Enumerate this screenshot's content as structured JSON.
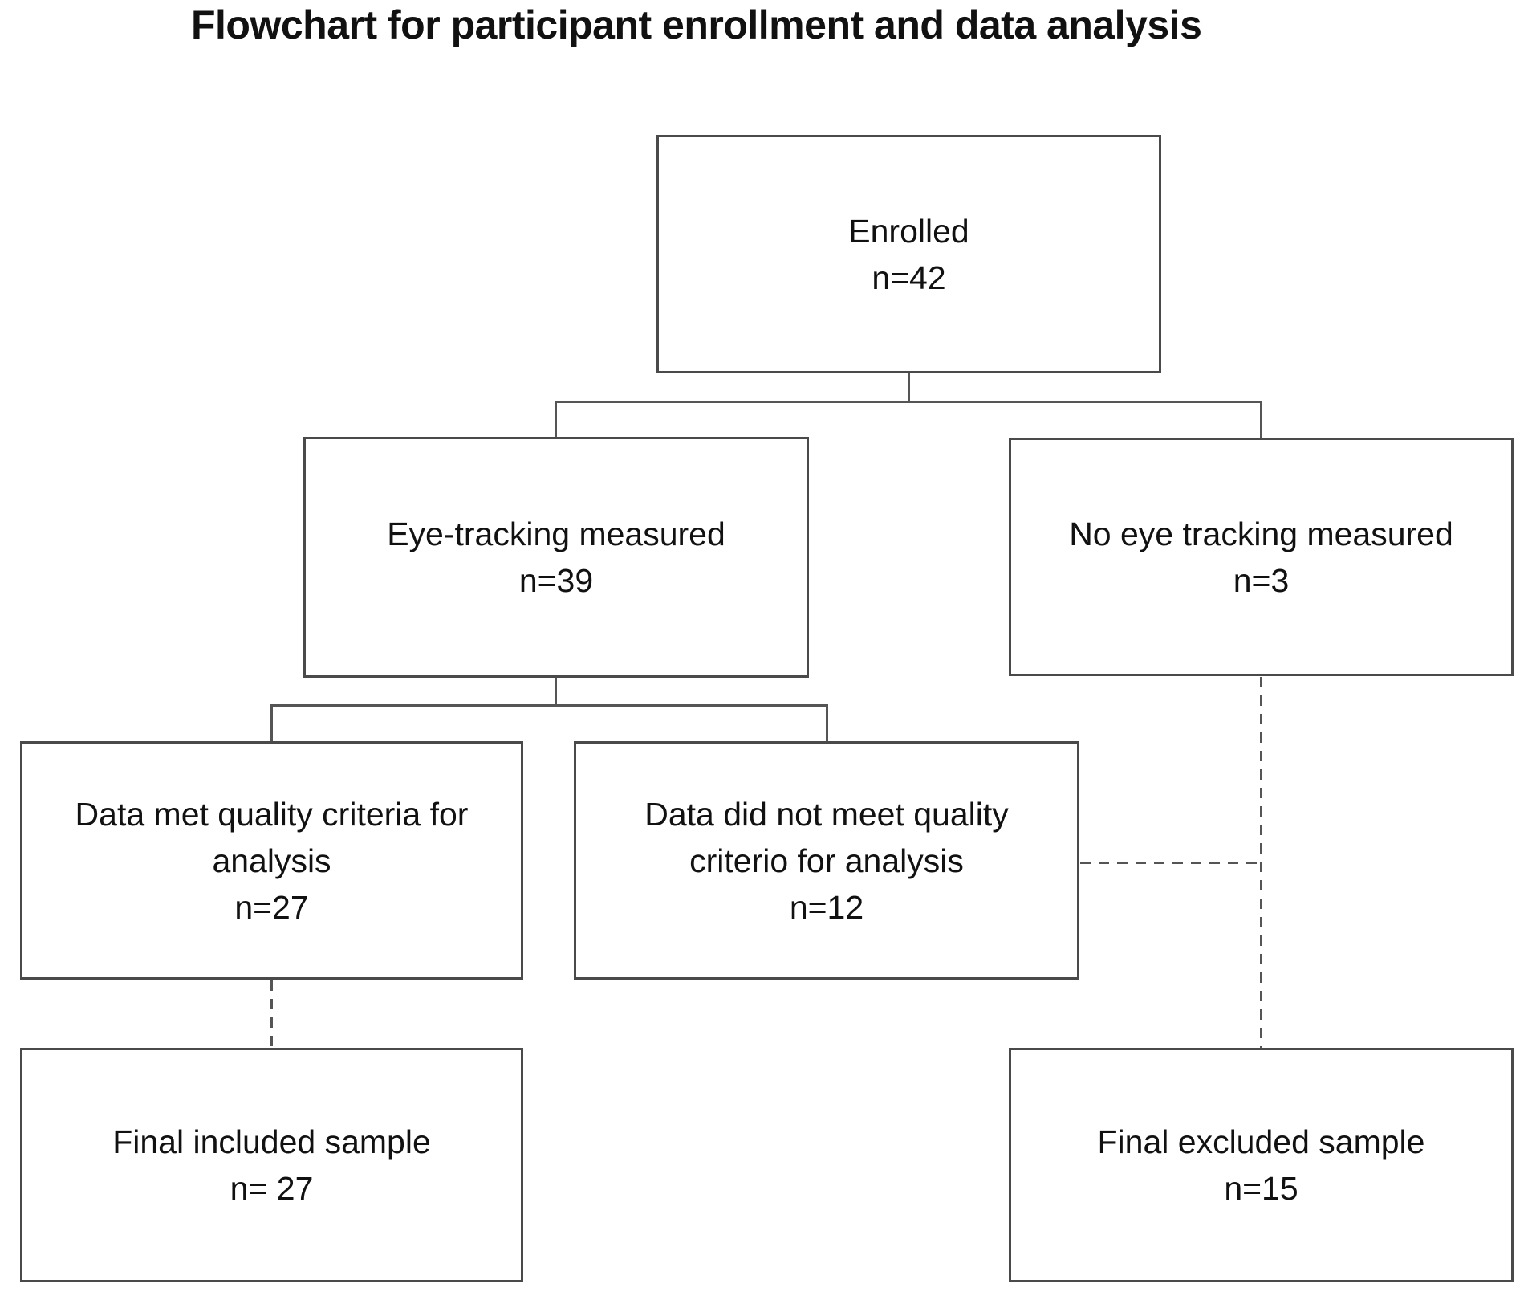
{
  "title": "Flowchart for participant enrollment and data analysis",
  "nodes": {
    "enrolled": {
      "label": "Enrolled",
      "n": "n=42"
    },
    "eye_tracking": {
      "label": "Eye-tracking measured",
      "n": "n=39"
    },
    "no_eye_tracking": {
      "label": "No eye tracking measured",
      "n": "n=3"
    },
    "met_quality": {
      "line1": "Data met quality criteria for",
      "line2": "analysis",
      "n": "n=27"
    },
    "not_met_quality": {
      "line1": "Data did not meet quality",
      "line2": "criterio for analysis",
      "n": "n=12"
    },
    "final_included": {
      "label": "Final included sample",
      "n": "n= 27"
    },
    "final_excluded": {
      "label": "Final excluded sample",
      "n": "n=15"
    }
  },
  "colors": {
    "border": "#4a4a4a",
    "line": "#555555",
    "text": "#111111",
    "background": "#ffffff"
  }
}
